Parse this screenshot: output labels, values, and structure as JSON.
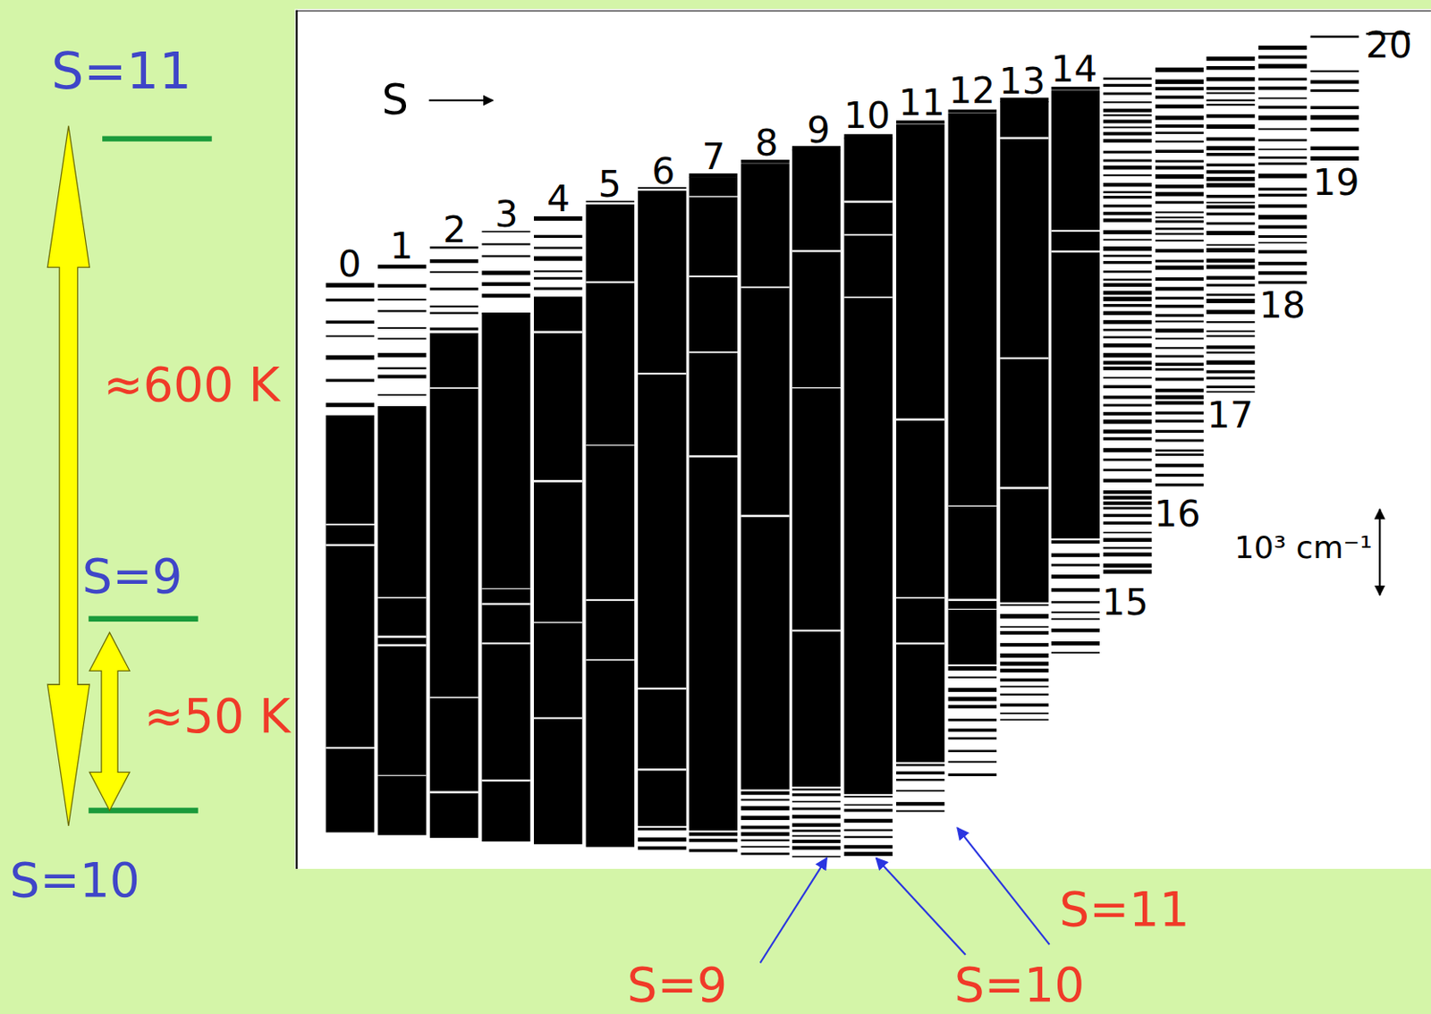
{
  "diagram": {
    "labels": [
      "S=11",
      "≈600 K",
      "S=9",
      "≈50 K",
      "S=10",
      "S",
      "0",
      "1",
      "2",
      "3",
      "4",
      "5",
      "6",
      "7",
      "8",
      "9",
      "10",
      "11",
      "12",
      "13",
      "14",
      "15",
      "16",
      "17",
      "18",
      "19",
      "20",
      "10³ cm⁻¹",
      "S=11",
      "S=9",
      "S=10"
    ]
  }
}
